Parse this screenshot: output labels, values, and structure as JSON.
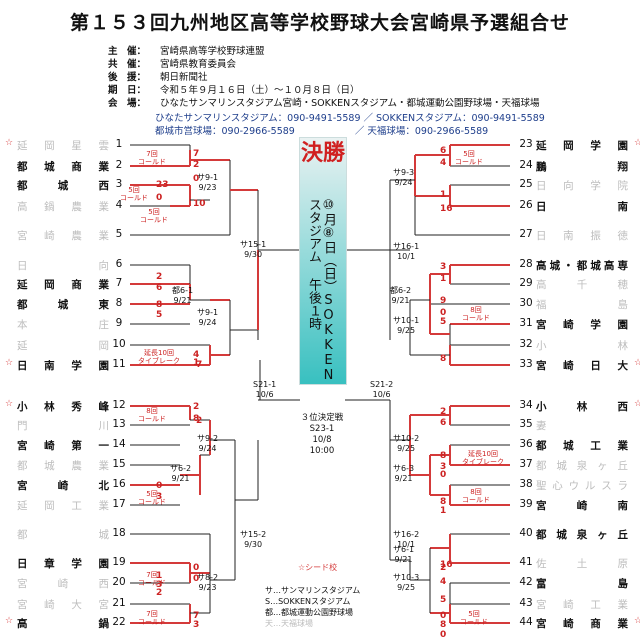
{
  "title": "第１５３回九州地区高等学校野球大会宮崎県予選組合せ",
  "info": [
    {
      "key": "主　催：",
      "value": "宮崎県高等学校野球連盟"
    },
    {
      "key": "共　催：",
      "value": "宮崎県教育委員会"
    },
    {
      "key": "後　援：",
      "value": "朝日新聞社"
    },
    {
      "key": "期　日：",
      "value": "令和５年９月１６日（土）～１０月８日（日）"
    },
    {
      "key": "会　場：",
      "value": "ひなたサンマリンスタジアム宮崎・SOKKENスタジアム・都城運動公園野球場・天福球場"
    }
  ],
  "contacts": [
    "ひなたサンマリンスタジアム：090-9491-5589 ／ SOKKENスタジアム：090-9491-5589",
    "都城市営球場：090-2966-5589　　　　　　 ／ 天福球場：090-2966-5589"
  ],
  "banner": {
    "title": "決勝",
    "text": "⑩月⑧日（日）SOKKENスタジアム 午後１時"
  },
  "left_teams": [
    {
      "no": "1",
      "name": "延岡星雲",
      "seed": true,
      "faded": true
    },
    {
      "no": "2",
      "name": "都城商業",
      "seed": false,
      "faded": false
    },
    {
      "no": "3",
      "name": "都城西",
      "seed": false,
      "faded": false
    },
    {
      "no": "4",
      "name": "高鍋農業",
      "seed": false,
      "faded": true
    },
    {
      "no": "5",
      "name": "宮崎農業",
      "seed": false,
      "faded": true
    },
    {
      "no": "6",
      "name": "日向",
      "seed": false,
      "faded": true
    },
    {
      "no": "7",
      "name": "延岡商業",
      "seed": false,
      "faded": false
    },
    {
      "no": "8",
      "name": "都城東",
      "seed": false,
      "faded": false
    },
    {
      "no": "9",
      "name": "本庄",
      "seed": false,
      "faded": true
    },
    {
      "no": "10",
      "name": "延岡",
      "seed": false,
      "faded": true
    },
    {
      "no": "11",
      "name": "日南学園",
      "seed": true,
      "faded": false
    },
    {
      "no": "12",
      "name": "小林秀峰",
      "seed": true,
      "faded": false
    },
    {
      "no": "13",
      "name": "門川",
      "seed": false,
      "faded": true
    },
    {
      "no": "14",
      "name": "宮崎第一",
      "seed": false,
      "faded": false
    },
    {
      "no": "15",
      "name": "都城農業",
      "seed": false,
      "faded": true
    },
    {
      "no": "16",
      "name": "宮崎北",
      "seed": false,
      "faded": false
    },
    {
      "no": "17",
      "name": "延岡工業",
      "seed": false,
      "faded": true
    },
    {
      "no": "18",
      "name": "都城",
      "seed": false,
      "faded": true
    },
    {
      "no": "19",
      "name": "日章学園",
      "seed": false,
      "faded": false
    },
    {
      "no": "20",
      "name": "宮崎西",
      "seed": false,
      "faded": true
    },
    {
      "no": "21",
      "name": "宮崎大宮",
      "seed": false,
      "faded": true
    },
    {
      "no": "22",
      "name": "高鍋",
      "seed": true,
      "faded": false
    }
  ],
  "right_teams": [
    {
      "no": "23",
      "name": "延岡学園",
      "seed": true,
      "faded": false
    },
    {
      "no": "24",
      "name": "鵬翔",
      "seed": false,
      "faded": false
    },
    {
      "no": "25",
      "name": "日向学院",
      "seed": false,
      "faded": true
    },
    {
      "no": "26",
      "name": "日南",
      "seed": false,
      "faded": false
    },
    {
      "no": "27",
      "name": "日南振徳",
      "seed": false,
      "faded": true
    },
    {
      "no": "28",
      "name": "高城・都城高専",
      "seed": false,
      "faded": false
    },
    {
      "no": "29",
      "name": "高千穂",
      "seed": false,
      "faded": true
    },
    {
      "no": "30",
      "name": "福島",
      "seed": false,
      "faded": true
    },
    {
      "no": "31",
      "name": "宮崎学園",
      "seed": false,
      "faded": false
    },
    {
      "no": "32",
      "name": "小林",
      "seed": false,
      "faded": true
    },
    {
      "no": "33",
      "name": "宮崎日大",
      "seed": true,
      "faded": false
    },
    {
      "no": "34",
      "name": "小林西",
      "seed": true,
      "faded": false
    },
    {
      "no": "35",
      "name": "妻",
      "seed": false,
      "faded": true
    },
    {
      "no": "36",
      "name": "都城工業",
      "seed": false,
      "faded": false
    },
    {
      "no": "37",
      "name": "都城泉ヶ丘",
      "seed": false,
      "faded": true
    },
    {
      "no": "38",
      "name": "聖心ウルスラ",
      "seed": false,
      "faded": true
    },
    {
      "no": "39",
      "name": "宮崎南",
      "seed": false,
      "faded": false
    },
    {
      "no": "40",
      "name": "都城泉ヶ丘",
      "seed": false,
      "faded": false
    },
    {
      "no": "41",
      "name": "佐土原",
      "seed": false,
      "faded": true
    },
    {
      "no": "42",
      "name": "富島",
      "seed": false,
      "faded": false
    },
    {
      "no": "43",
      "name": "宮崎工業",
      "seed": false,
      "faded": true
    },
    {
      "no": "44",
      "name": "宮崎商業",
      "seed": true,
      "faded": false
    }
  ],
  "games": [
    {
      "id": "サ9-1",
      "date": "9/23"
    },
    {
      "id": "都6-1",
      "date": "9/21"
    },
    {
      "id": "サ9-1",
      "date": "9/24"
    },
    {
      "id": "サ15-1",
      "date": "9/30"
    },
    {
      "id": "サ9-2",
      "date": "9/24"
    },
    {
      "id": "サ6-2",
      "date": "9/21"
    },
    {
      "id": "サ8-2",
      "date": "9/23"
    },
    {
      "id": "サ15-2",
      "date": "9/30"
    },
    {
      "id": "S21-1",
      "date": "10/6"
    },
    {
      "id": "S21-2",
      "date": "10/6"
    },
    {
      "id": "サ9-3",
      "date": "9/24"
    },
    {
      "id": "都6-2",
      "date": "9/21"
    },
    {
      "id": "サ10-1",
      "date": "9/25"
    },
    {
      "id": "サ16-1",
      "date": "10/1"
    },
    {
      "id": "サ10-2",
      "date": "9/25"
    },
    {
      "id": "サ6-3",
      "date": "9/21"
    },
    {
      "id": "サ16-2",
      "date": "10/1"
    },
    {
      "id": "サ6-1",
      "date": "9/21"
    },
    {
      "id": "サ10-3",
      "date": "9/25"
    }
  ],
  "third_place": {
    "title": "３位決定戦",
    "id": "S23-1",
    "date": "10/8",
    "time": "10:00"
  },
  "scores": [
    "7",
    "2",
    "0",
    "23",
    "0",
    "10",
    "2",
    "6",
    "8",
    "5",
    "4",
    "1",
    "2",
    "8",
    "0",
    "3",
    "0",
    "0",
    "2",
    "7",
    "3",
    "7",
    "2",
    "1",
    "3",
    "6",
    "4",
    "1",
    "16",
    "3",
    "1",
    "9",
    "0",
    "5",
    "8",
    "2",
    "6",
    "8",
    "3",
    "0",
    "8",
    "1",
    "2",
    "4",
    "0",
    "8",
    "0",
    "16",
    "5"
  ],
  "notes": [
    "7回\nコールド",
    "5回\nコールド",
    "5回\nコールド",
    "延長10回\nタイブレーク",
    "8回\nコールド",
    "5回\nコールド",
    "7回\nコールド",
    "7回\nコールド",
    "5回\nコールド",
    "延長10回\nタイブレーク",
    "8回\nコールド",
    "8回\nコールド",
    "5回\nコールド"
  ],
  "legend": {
    "seed": "☆シード校",
    "items": [
      "サ…サンマリンスタジアム",
      "S…SOKKENスタジアム",
      "都…都城運動公園野球場",
      "天…天福球場"
    ]
  },
  "colors": {
    "winner_line": "#d43a3a",
    "line": "#222222",
    "banner_bg": "#3fc0c0",
    "title_red": "#d02020",
    "link_blue": "#1f3f8c"
  }
}
